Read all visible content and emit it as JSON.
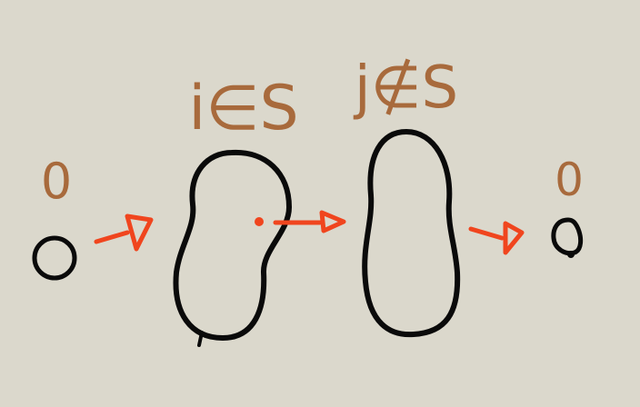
{
  "colors": {
    "background": "#dbd8cc",
    "label": "#a86a3c",
    "arrow": "#f0451e",
    "outline": "#0a0a0a"
  },
  "labels": {
    "source_value": "0",
    "set_in": "i∈S",
    "set_not_in": "j∉S",
    "target_value": "0"
  }
}
